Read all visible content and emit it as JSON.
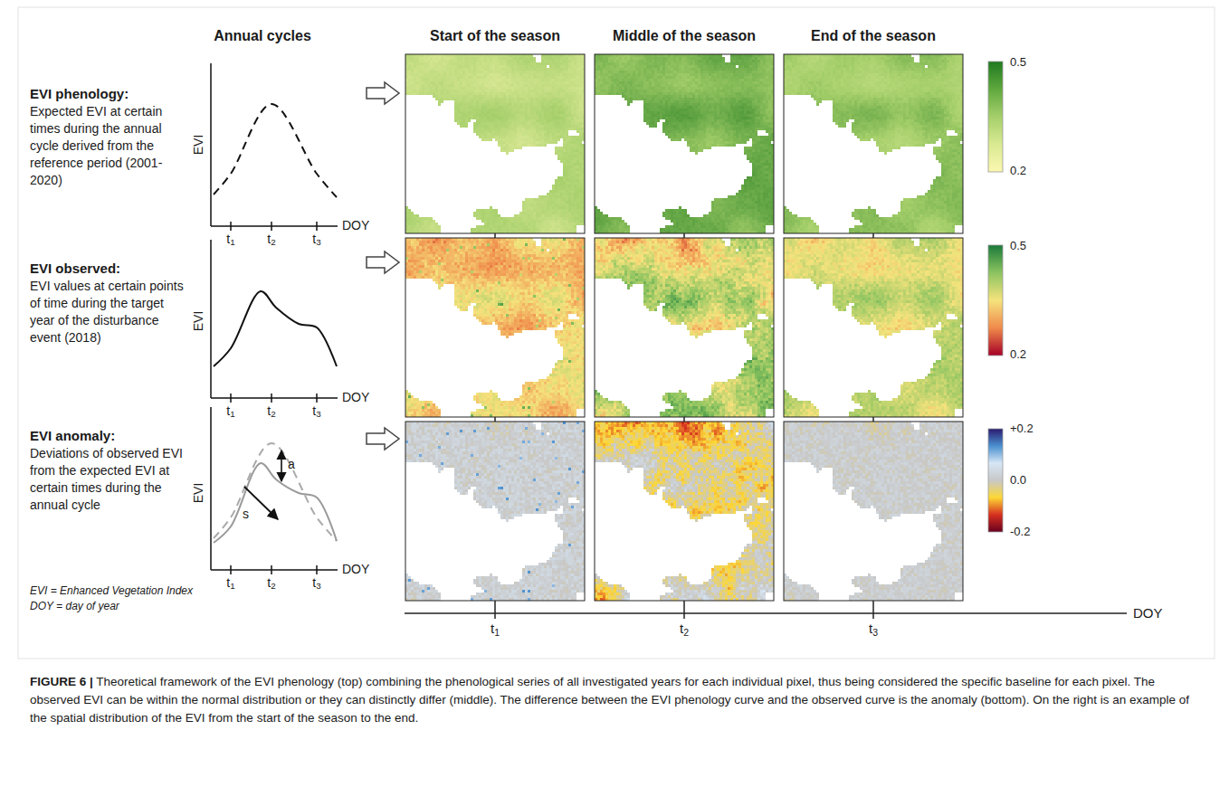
{
  "diagram": {
    "caption": "FIGURE 6 | Theoretical framework of the EVI phenology (top) combining the phenological series of all investigated years for each individual pixel, thus being considered the specific baseline for each pixel. The observed EVI can be within the normal distribution or they can distinctly differ (middle). The difference between the EVI phenology curve and the observed curve is the anomaly (bottom). On the right is an example of the spatial distribution of the EVI from the start of the season to the end.",
    "labels": [
      "Annual cycles",
      "Start of the season",
      "Middle of the season",
      "End of the season",
      "EVI phenology:",
      "Expected EVI at certain times during the annual cycle derived from the reference period (2001-2020)",
      "EVI",
      "t1",
      "t2",
      "t3",
      "DOY",
      "0.5",
      "0.2",
      "EVI observed:",
      "EVI values at certain points of time during the target year of the disturbance event (2018)",
      "EVI",
      "t1",
      "t2",
      "t3",
      "DOY",
      "0.5",
      "0.2",
      "EVI anomaly:",
      "Deviations of observed EVI from the expected EVI at certain times during the annual cycle",
      "EVI",
      "a",
      "s",
      "t1",
      "t2",
      "t3",
      "DOY",
      "+0.2",
      "0.0",
      "-0.2",
      "EVI = Enhanced Vegetation Index",
      "DOY = day of year",
      "t1",
      "t2",
      "t3",
      "DOY"
    ]
  }
}
